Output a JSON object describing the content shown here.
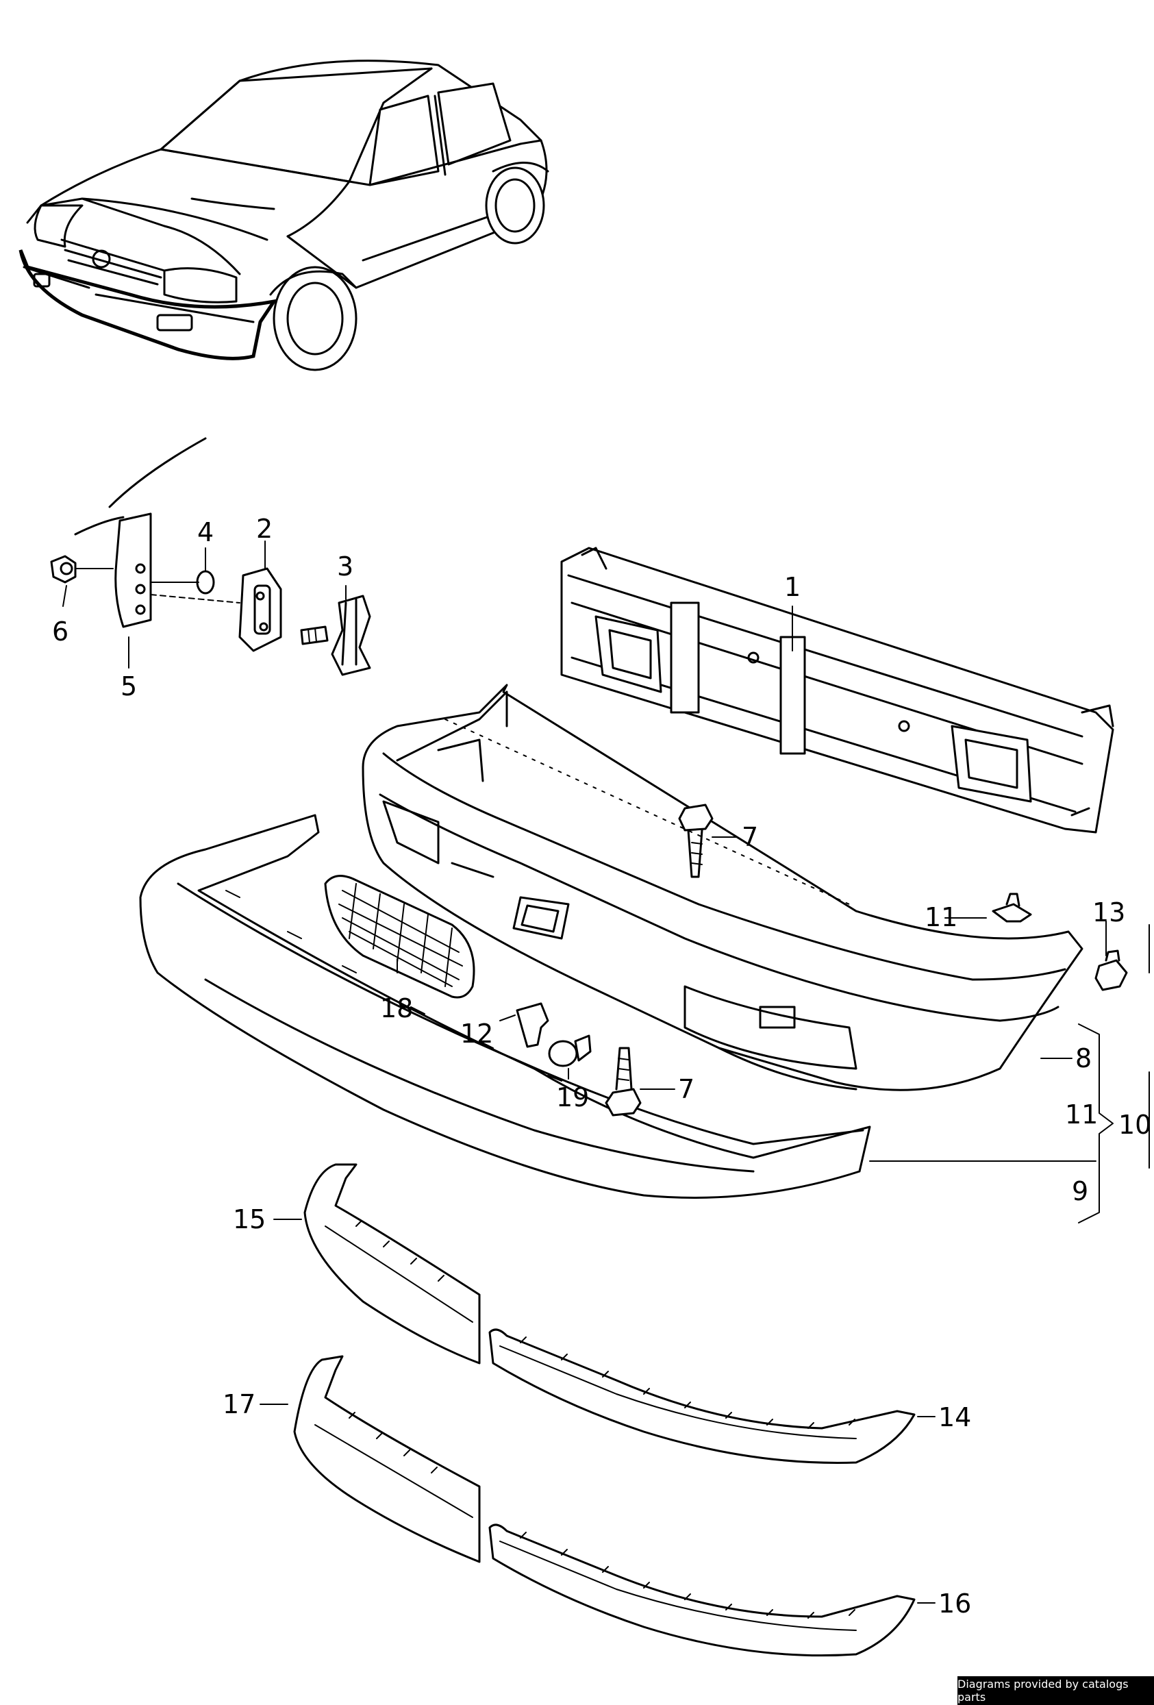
{
  "callouts": [
    "1",
    "2",
    "3",
    "4",
    "5",
    "6",
    "7",
    "7",
    "8",
    "9",
    "10",
    "11",
    "11",
    "12",
    "13",
    "14",
    "15",
    "16",
    "17",
    "18",
    "19"
  ],
  "credit": "Diagrams provided by catalogs parts"
}
